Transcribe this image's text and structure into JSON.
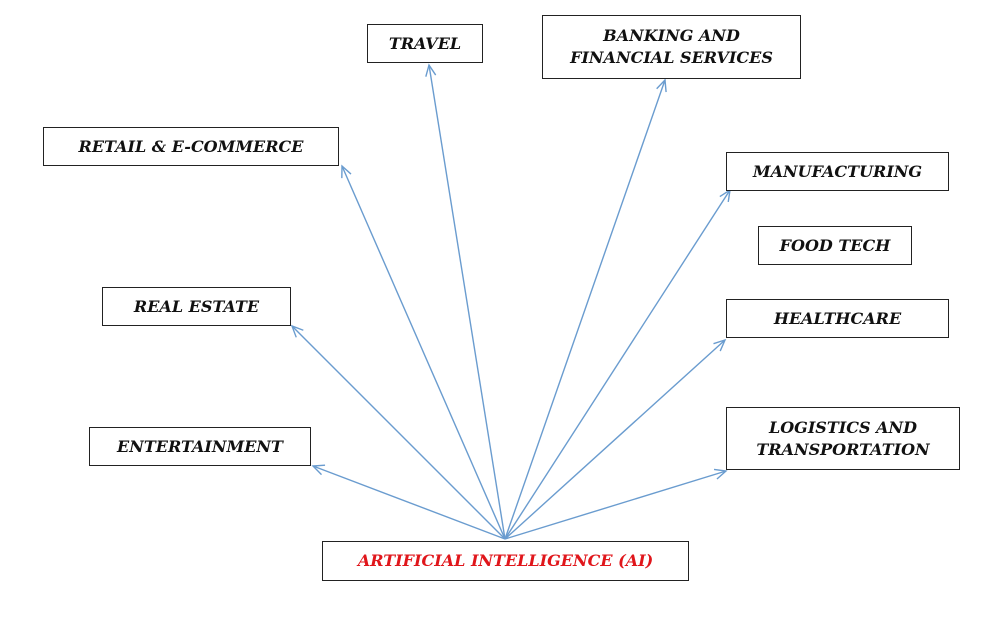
{
  "diagram": {
    "center": {
      "label": "ARTIFICIAL INTELLIGENCE (AI)",
      "color": "#e0161b"
    },
    "arrow_color": "#6a9ccf",
    "nodes": {
      "travel": {
        "label": "TRAVEL"
      },
      "banking": {
        "label_line1": "BANKING AND",
        "label_line2": "FINANCIAL SERVICES"
      },
      "retail": {
        "label": "RETAIL & E-COMMERCE"
      },
      "manufacturing": {
        "label": "MANUFACTURING"
      },
      "foodtech": {
        "label": "FOOD TECH"
      },
      "realestate": {
        "label": "REAL ESTATE"
      },
      "healthcare": {
        "label": "HEALTHCARE"
      },
      "entertainment": {
        "label": "ENTERTAINMENT"
      },
      "logistics": {
        "label_line1": "LOGISTICS AND",
        "label_line2": "TRANSPORTATION"
      }
    }
  }
}
